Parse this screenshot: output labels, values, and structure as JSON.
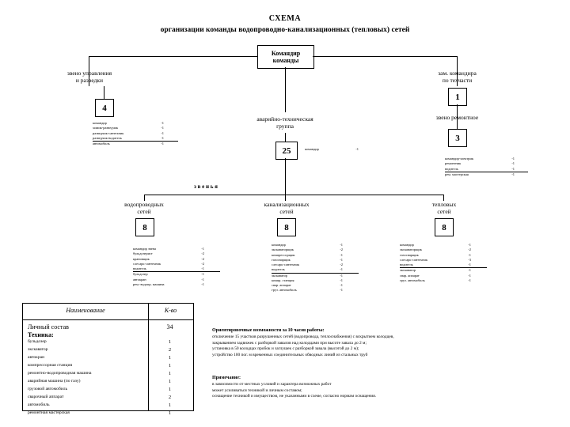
{
  "title": {
    "line1": "СХЕМА",
    "line2": "организации команды водопроводно-канализационных (тепловых) сетей"
  },
  "chart_data": {
    "type": "diagram",
    "title": "СХЕМА организации команды водопроводно-канализационных (тепловых) сетей",
    "root": {
      "label": "Командир\nкоманды"
    },
    "nodes": [
      {
        "id": "upravlenie",
        "label": "звено управления\nи разведки",
        "count": "4"
      },
      {
        "id": "avar-tech",
        "label": "аварийно-техническая\nгруппа",
        "count": "25"
      },
      {
        "id": "zam",
        "label": "зам. командира\nпо техчасти",
        "count": "1"
      },
      {
        "id": "remontnoe",
        "label": "звено ремонтное",
        "count": "3"
      },
      {
        "id": "vodoprovod",
        "label": "водопроводных\nсетей",
        "count": "8"
      },
      {
        "id": "kanaliz",
        "label": "канализационных\nсетей",
        "count": "8"
      },
      {
        "id": "teplovyh",
        "label": "тепловых\nсетей",
        "count": "8"
      }
    ],
    "group_label_spread": "з в е н ь я"
  },
  "commander": {
    "line1": "Командир",
    "line2": "команды"
  },
  "branch_left": {
    "label_line1": "звено управления",
    "label_line2": "и разведки",
    "count": "4",
    "roles": [
      {
        "name": "командир",
        "qty": "-1",
        "underline": false
      },
      {
        "name": "химик-разведчик",
        "qty": "-1",
        "underline": false
      },
      {
        "name": "разведчик-сантехник",
        "qty": "-1",
        "underline": false
      },
      {
        "name": "разведчик-водитель",
        "qty": "-1",
        "underline": true
      },
      {
        "name": "автомобиль",
        "qty": "-1",
        "underline": false
      }
    ]
  },
  "branch_center": {
    "label_line1": "аварийно-техническая",
    "label_line2": "группа",
    "count": "25",
    "commander_role": "командир",
    "commander_qty": "-1"
  },
  "branch_right": {
    "label_line1": "зам. командира",
    "label_line2": "по техчасти",
    "count": "1",
    "repair_label": "звено ремонтное",
    "repair_count": "3",
    "roles": [
      {
        "name": "командир-электрик",
        "qty": "-1",
        "underline": false
      },
      {
        "name": "ремонтник",
        "qty": "-1",
        "underline": false
      },
      {
        "name": "водитель",
        "qty": "-1",
        "underline": true
      },
      {
        "name": "рем. мастерская",
        "qty": "-1",
        "underline": false
      }
    ]
  },
  "zvenya_spread": "з           в           е           н           ь           я",
  "units": [
    {
      "id": "vodoprovodnyh",
      "label_line1": "водопроводных",
      "label_line2": "сетей",
      "count": "8",
      "roles": [
        {
          "name": "командир звена",
          "qty": "-1",
          "underline": false
        },
        {
          "name": "бульдозерист",
          "qty": "-2",
          "underline": false
        },
        {
          "name": "крановщик",
          "qty": "-2",
          "underline": false
        },
        {
          "name": "слесарь-сантехник",
          "qty": "-2",
          "underline": false
        },
        {
          "name": "водитель",
          "qty": "-1",
          "underline": true
        },
        {
          "name": "бульдозер",
          "qty": "-1",
          "underline": false
        },
        {
          "name": "автокран",
          "qty": "-1",
          "underline": false
        },
        {
          "name": "рем.-водопр. машина",
          "qty": "-1",
          "underline": false
        }
      ]
    },
    {
      "id": "kanalizacionnyh",
      "label_line1": "канализационных",
      "label_line2": "сетей",
      "count": "8",
      "roles": [
        {
          "name": "командир",
          "qty": "-1",
          "underline": false
        },
        {
          "name": "экскаваторщик",
          "qty": "-2",
          "underline": false
        },
        {
          "name": "компрессорщик",
          "qty": "-1",
          "underline": false
        },
        {
          "name": "газосварщик",
          "qty": "-1",
          "underline": false
        },
        {
          "name": "слесарь-сантехник",
          "qty": "-2",
          "underline": false
        },
        {
          "name": "водитель",
          "qty": "-1",
          "underline": true
        },
        {
          "name": "экскаватор",
          "qty": "-1",
          "underline": false
        },
        {
          "name": "компр. станция",
          "qty": "-1",
          "underline": false
        },
        {
          "name": "свар. аппарат",
          "qty": "-1",
          "underline": false
        },
        {
          "name": "груз. автомобиль",
          "qty": "-1",
          "underline": false
        }
      ]
    },
    {
      "id": "teplovyh",
      "label_line1": "тепловых",
      "label_line2": "сетей",
      "count": "8",
      "roles": [
        {
          "name": "командир",
          "qty": "-1",
          "underline": false
        },
        {
          "name": "экскаваторщик",
          "qty": "-2",
          "underline": false
        },
        {
          "name": "газосварщик",
          "qty": "-1",
          "underline": false
        },
        {
          "name": "слесарь-сантехник",
          "qty": "-3",
          "underline": false
        },
        {
          "name": "водитель",
          "qty": "-1",
          "underline": true
        },
        {
          "name": "экскаватор",
          "qty": "-1",
          "underline": false
        },
        {
          "name": "свар. аппарат",
          "qty": "-1",
          "underline": false
        },
        {
          "name": "груз. автомобиль",
          "qty": "-1",
          "underline": false
        }
      ]
    }
  ],
  "table": {
    "headers": {
      "name": "Наименование",
      "qty": "К-во"
    },
    "rows": [
      {
        "name": "Личный состав",
        "qty": "34",
        "style": "big"
      },
      {
        "name": "Техника:",
        "qty": "",
        "style": "hd"
      },
      {
        "name": "бульдозер",
        "qty": "1",
        "style": ""
      },
      {
        "name": "экскаватор",
        "qty": "2",
        "style": ""
      },
      {
        "name": "автокран",
        "qty": "1",
        "style": ""
      },
      {
        "name": "компрессорная станция",
        "qty": "1",
        "style": ""
      },
      {
        "name": "ремонтно-водопроводная машина",
        "qty": "1",
        "style": ""
      },
      {
        "name": "аварийная машина (по газу)",
        "qty": "1",
        "style": ""
      },
      {
        "name": "грузовой автомобиль",
        "qty": "1",
        "style": ""
      },
      {
        "name": "сварочный аппарат",
        "qty": "2",
        "style": ""
      },
      {
        "name": "автомобиль",
        "qty": "1",
        "style": ""
      },
      {
        "name": "ремонтная мастерская",
        "qty": "1",
        "style": ""
      }
    ]
  },
  "capabilities": {
    "title": "Ориентировочные возможности за 10 часов работы:",
    "lines": [
      "отключение 15 участков разрушенных сетей (водопровода, теплоснабжения) с вскрытием колодцев,",
      "закрыванием задвижек с разборкой завалов над колодцами при высоте завала до 2 м;",
      "установка в 50 колодцах пробок и заглушек с разборкой завала (высотой до 2 м);",
      "устройство 100 пог. м   временных соединительных обводных линий из стальных труб"
    ]
  },
  "remarks": {
    "title": "Примечание:",
    "lines": [
      "в зависимости от местных условий и характера возможных работ",
      "может усиливаться техникой и личным составом;",
      "оснащение техникой и имуществом, не указанными в схеме, согласно нормам оснащения."
    ]
  }
}
